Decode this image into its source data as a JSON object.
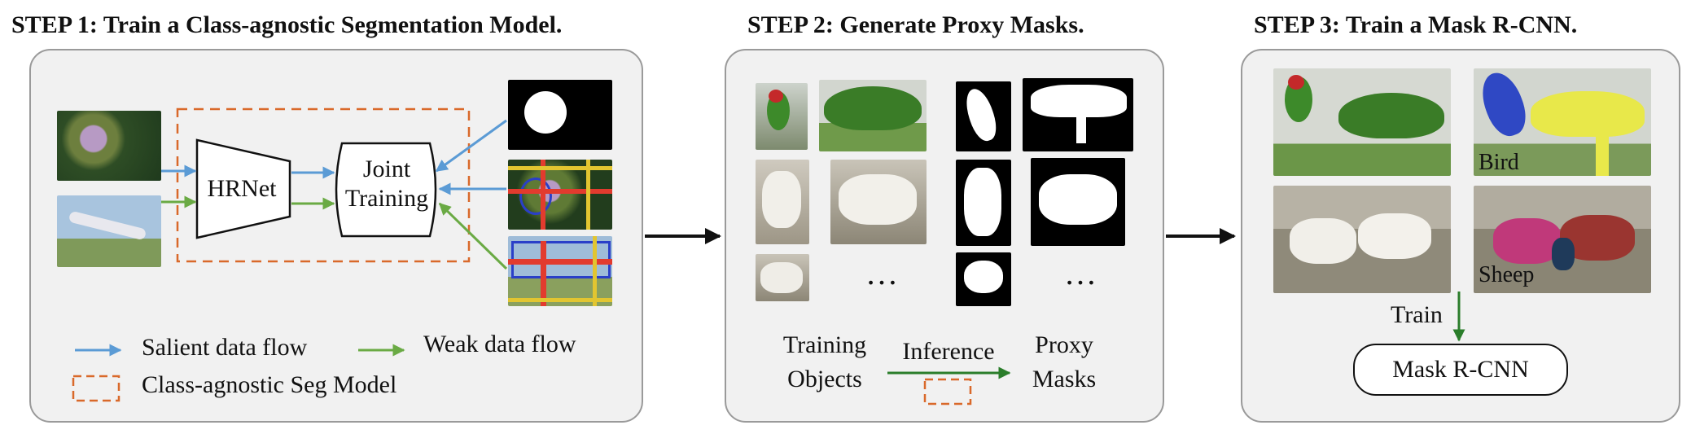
{
  "step1": {
    "title": "STEP 1: Train a Class-agnostic Segmentation  Model.",
    "hrnet": "HRNet",
    "joint_line1": "Joint",
    "joint_line2": "Training",
    "legend": {
      "salient": "Salient data flow",
      "weak": "Weak data flow",
      "seg_model": "Class-agnostic Seg Model"
    }
  },
  "step2": {
    "title": "STEP 2: Generate Proxy Masks.",
    "ellipsis_left": "…",
    "ellipsis_right": "…",
    "training_line1": "Training",
    "training_line2": "Objects",
    "inference": "Inference",
    "proxy_line1": "Proxy",
    "proxy_line2": "Masks"
  },
  "step3": {
    "title": "STEP 3: Train a Mask R-CNN.",
    "bird_label": "Bird",
    "sheep_label": "Sheep",
    "train_label": "Train",
    "maskrcnn": "Mask R-CNN"
  },
  "colors": {
    "salient_arrow": "#5b9bd5",
    "weak_arrow": "#6aaa44",
    "seg_box": "#d9692a",
    "inference_arrow": "#2a7d2a",
    "bird_mask": "#2f48c4",
    "plane_mask": "#e8e84a",
    "sheep_mask_1": "#c0397a",
    "sheep_mask_2": "#9a3530",
    "sheep_mask_3": "#1f3a5a"
  }
}
